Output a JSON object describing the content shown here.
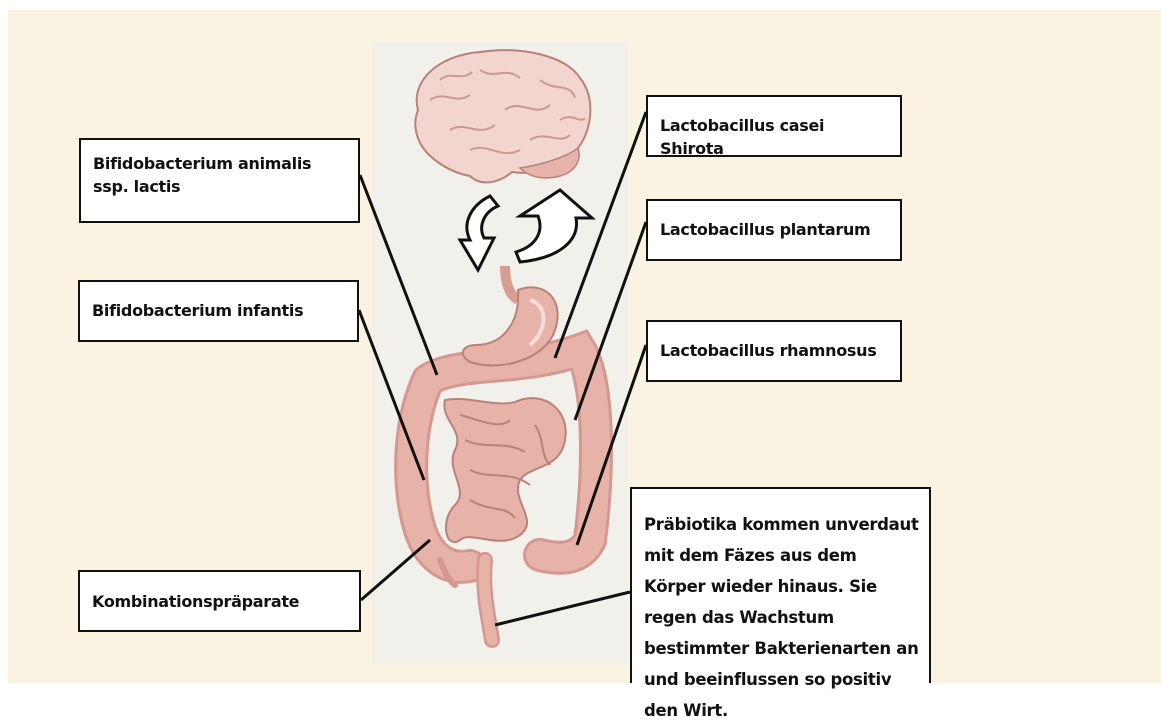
{
  "labels": {
    "bifido_animalis": "Bifidobacterium animalis ssp. lactis",
    "bifido_infantis": "Bifidobacterium infantis",
    "combination": "Kombinationspräparate",
    "casei": "Lactobacillus casei Shirota",
    "plantarum": "Lactobacillus plantarum",
    "rhamnosus": "Lactobacillus rhamnosus",
    "prebiotics": "Präbiotika kommen unverdaut mit dem Fäzes aus dem Körper wieder hinaus. Sie regen das Wachstum bestimmter Bakterienarten an und beeinflussen so positiv den Wirt."
  },
  "colors": {
    "background": "#faf3e2",
    "organ_pink": "#e7b3a9",
    "organ_outline": "#b98279",
    "box_border": "#111111"
  },
  "icons": {
    "brain": "brain-icon",
    "arrows": "bidirectional-curved-arrows-icon",
    "digestive_tract": "digestive-system-icon"
  }
}
